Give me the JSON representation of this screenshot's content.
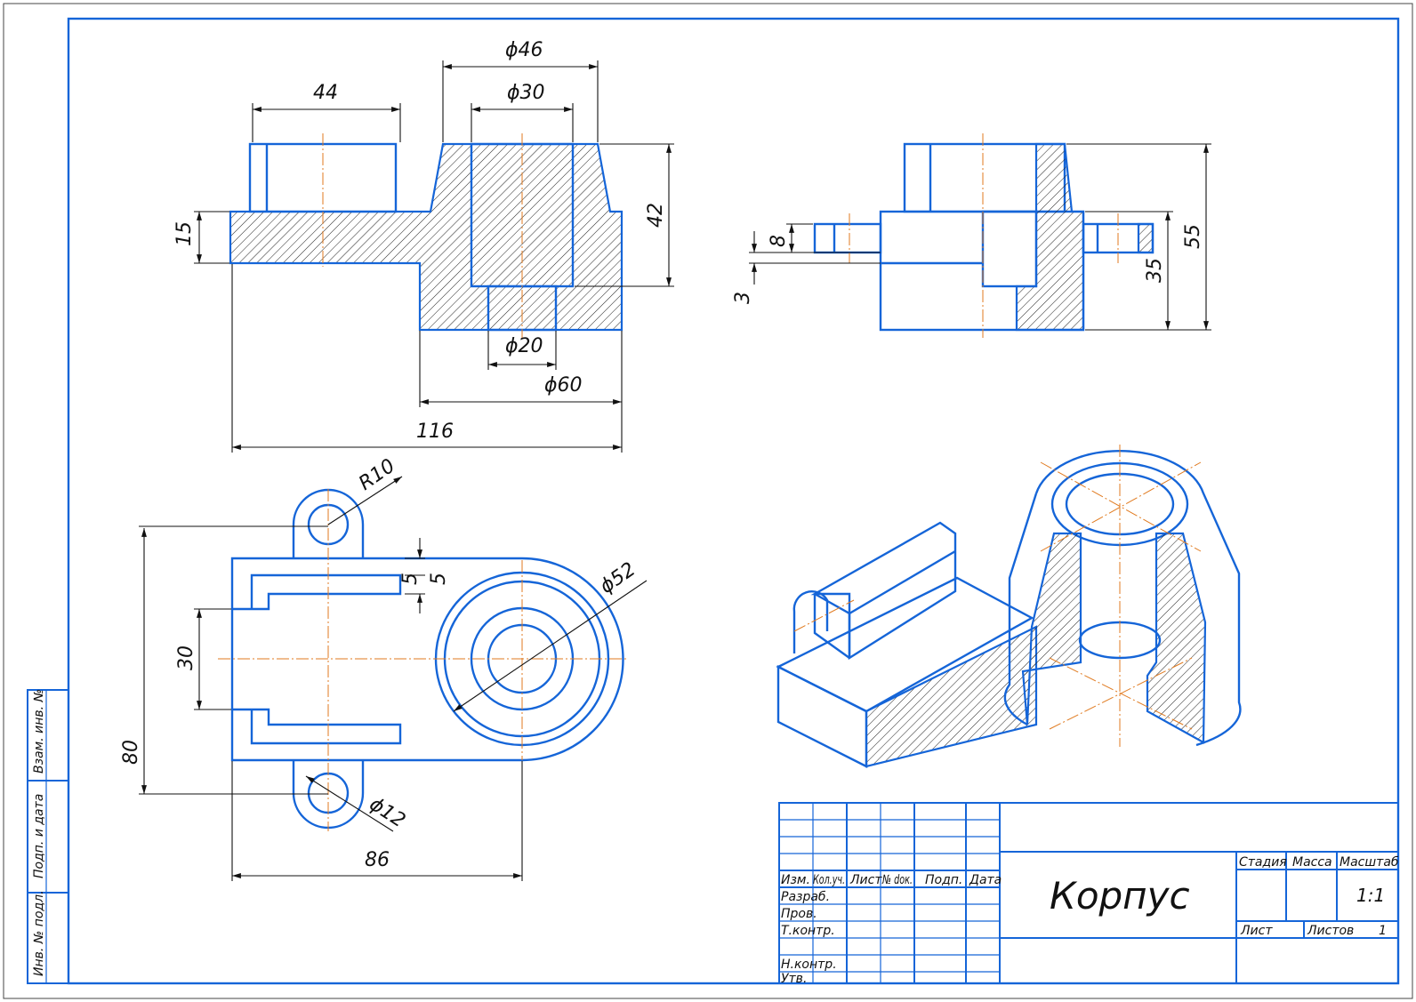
{
  "title_block": {
    "name": "Корпус",
    "scale": "1:1",
    "sheet_number": "1",
    "col_headers": {
      "izm": "Изм.",
      "kol_uch": "Кол.уч.",
      "list": "Лист",
      "n_dok": "№ doк.",
      "podp": "Подп.",
      "data": "Дата"
    },
    "rows": {
      "razrab": "Разраб.",
      "prov": "Пров.",
      "t_kontr": "Т.контр.",
      "n_kontr": "Н.контр.",
      "utv": "Утв."
    },
    "stadiya": "Стадия",
    "massa": "Масса",
    "masshtab": "Масштаб",
    "list_label": "Лист",
    "listov_label": "Листов"
  },
  "side_stamp": {
    "vzam_inv": "Взам. инв. №",
    "podp_data": "Подп. и дата",
    "inv_podl": "Инв. № подл."
  },
  "dimensions": {
    "d46": "ϕ46",
    "d30": "ϕ30",
    "w44": "44",
    "h15": "15",
    "h42": "42",
    "d20": "ϕ20",
    "d60": "ϕ60",
    "w116": "116",
    "h8": "8",
    "h3": "3",
    "h55": "55",
    "h35": "35",
    "r10": "R10",
    "s5a": "5",
    "s5b": "5",
    "d52": "ϕ52",
    "h30": "30",
    "h80": "80",
    "d12": "ϕ12",
    "w86": "86"
  }
}
